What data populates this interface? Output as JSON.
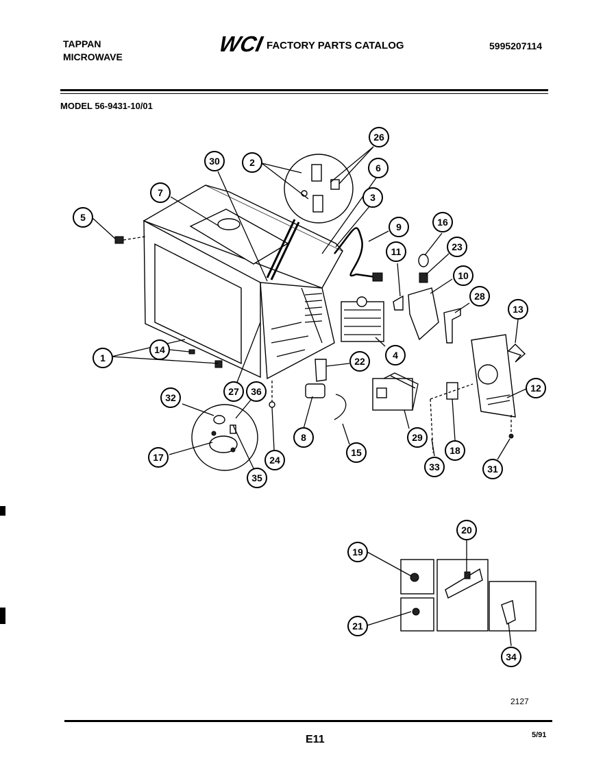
{
  "header": {
    "brand_line1": "TAPPAN",
    "brand_line2": "MICROWAVE",
    "logo_text": "WCI",
    "catalog_title": "FACTORY PARTS CATALOG",
    "catalog_number": "5995207114",
    "model": "MODEL 56-9431-10/01"
  },
  "footer": {
    "drawing_number": "2127",
    "page_code": "E11",
    "date": "5/91"
  },
  "callouts": [
    "1",
    "2",
    "3",
    "4",
    "5",
    "6",
    "7",
    "8",
    "9",
    "10",
    "11",
    "12",
    "13",
    "14",
    "15",
    "16",
    "17",
    "18",
    "19",
    "20",
    "21",
    "22",
    "23",
    "24",
    "26",
    "27",
    "28",
    "29",
    "30",
    "31",
    "32",
    "33",
    "34",
    "35",
    "36"
  ],
  "colors": {
    "ink": "#000000",
    "paper": "#ffffff"
  }
}
